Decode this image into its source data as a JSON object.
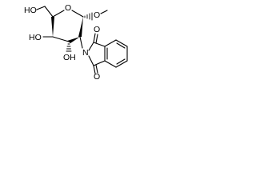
{
  "molecule": {
    "atom_labels": {
      "ho_6": "HO",
      "o_ring": "O",
      "o_methyl": "O",
      "ho_4": "HO",
      "oh_3": "OH",
      "n_imide": "N",
      "o_carbonyl_top": "O",
      "o_carbonyl_bottom": "O"
    },
    "bond_stereo": {
      "c1_c2": "bold-wedge",
      "c2_c3": "bold-wedge",
      "c4_c5": "bold-wedge",
      "c1_o_methyl": "hashed-wedge",
      "c3_o": "hashed-wedge",
      "c2_n": "plain"
    }
  }
}
